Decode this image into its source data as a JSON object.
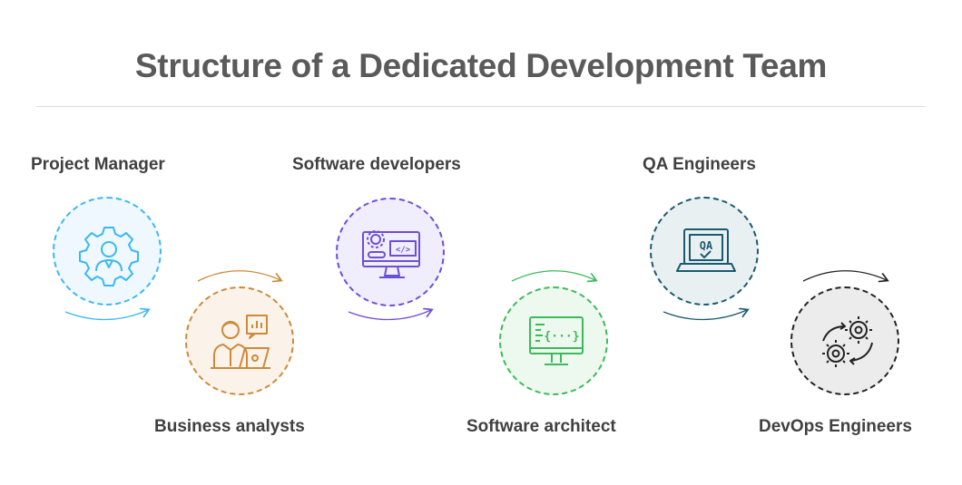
{
  "title": "Structure of a Dedicated Development Team",
  "roles": [
    {
      "label": "Project Manager",
      "icon": "project-manager-gear-icon",
      "color": "#3cb8f0",
      "fill": "#eef8fe"
    },
    {
      "label": "Business analysts",
      "icon": "business-analyst-icon",
      "color": "#cc8a3a",
      "fill": "#fbf3ea"
    },
    {
      "label": "Software developers",
      "icon": "developer-monitor-code-icon",
      "color": "#6d4fd6",
      "fill": "#f0eefc"
    },
    {
      "label": "Software architect",
      "icon": "architect-monitor-icon",
      "color": "#3dba5a",
      "fill": "#edf8ef"
    },
    {
      "label": "QA Engineers",
      "icon": "qa-laptop-icon",
      "color": "#1a5a6e",
      "fill": "#e9f0f2"
    },
    {
      "label": "DevOps Engineers",
      "icon": "devops-gears-icon",
      "color": "#222222",
      "fill": "#ececec"
    }
  ],
  "icon_texts": {
    "qa": "QA",
    "code_tag": "</>",
    "braces": "{···}"
  }
}
